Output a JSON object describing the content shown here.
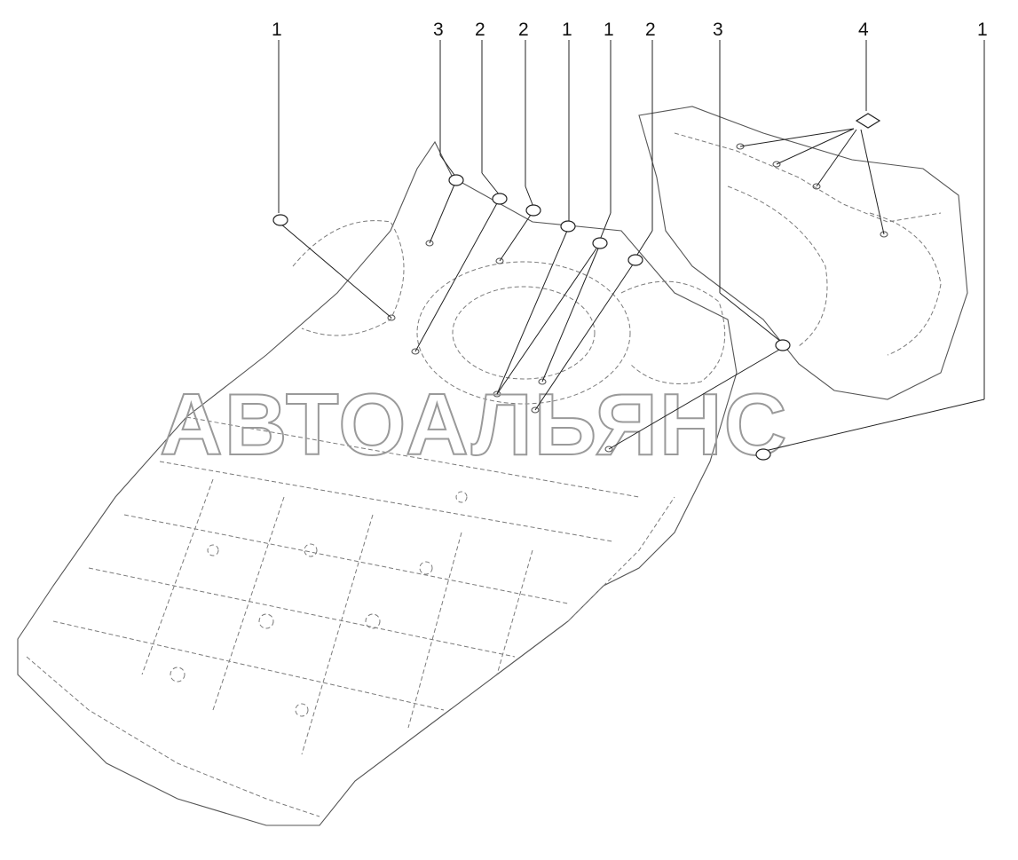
{
  "watermark": "АВТОАЛЬЯНС",
  "callouts": [
    {
      "label": "1"
    },
    {
      "label": "3"
    },
    {
      "label": "2"
    },
    {
      "label": "2"
    },
    {
      "label": "1"
    },
    {
      "label": "1"
    },
    {
      "label": "2"
    },
    {
      "label": "3"
    },
    {
      "label": "4"
    },
    {
      "label": "1"
    }
  ],
  "colors": {
    "line": "#222222",
    "body": "#7a7a7a",
    "watermark": "#9a9a9a"
  }
}
